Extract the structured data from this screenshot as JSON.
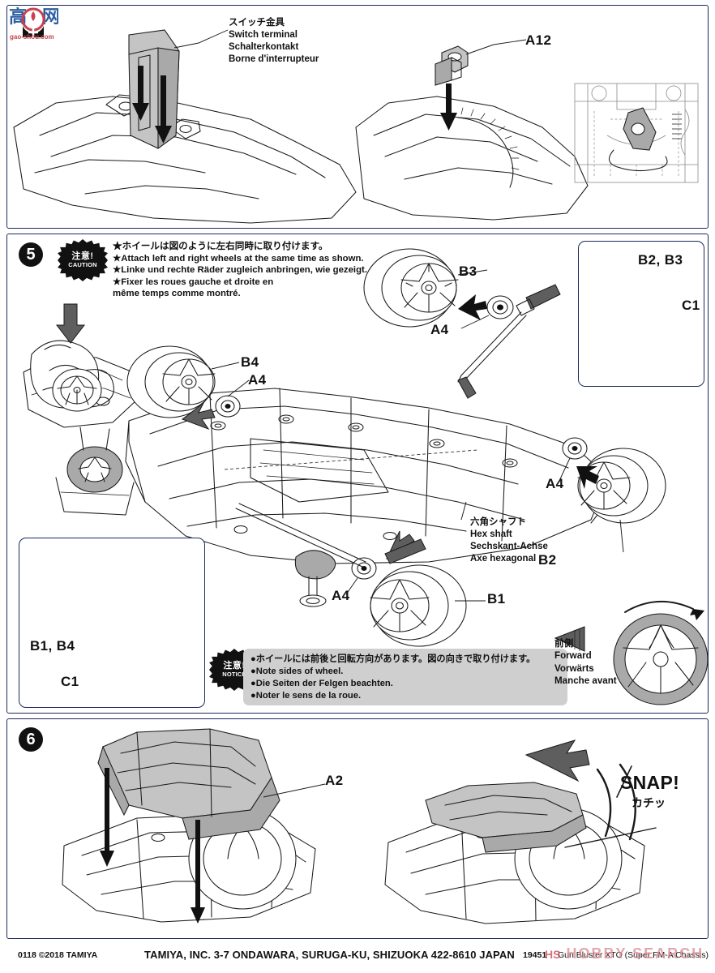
{
  "document": {
    "type": "assembly-instruction-sheet",
    "sheet_width": 882,
    "sheet_height": 1200
  },
  "watermarks": {
    "top_left_logo": "gao-shou-net-logo",
    "bottom_right": "HOBBY SEARCH",
    "bottom_right_mark": "HS"
  },
  "steps": [
    {
      "number": "",
      "id": "step-top",
      "callouts": [
        {
          "id": "switch-terminal",
          "jp": "スイッチ金具",
          "en": "Switch terminal",
          "de": "Schalterkontakt",
          "fr": "Borne d'interrupteur"
        }
      ],
      "part_labels": [
        "A12"
      ]
    },
    {
      "number": "5",
      "id": "step-5",
      "caution": {
        "badge_jp": "注意!",
        "badge_en": "CAUTION",
        "lines": [
          "★ホイールは図のように左右同時に取り付けます。",
          "★Attach left and right wheels at the same time as shown.",
          "★Linke und rechte Räder zugleich anbringen, wie gezeigt.",
          "★Fixer les roues gauche et droite en",
          "    même temps comme montré."
        ]
      },
      "notice": {
        "badge_jp": "注意!",
        "badge_en": "NOTICE",
        "lines": [
          "●ホイールには前後と回転方向があります。図の向きで取り付けます。",
          "●Note sides of wheel.",
          "●Die Seiten der Felgen beachten.",
          "●Noter le sens de la roue."
        ]
      },
      "callouts": [
        {
          "id": "hex-shaft",
          "jp": "六角シャフト",
          "en": "Hex shaft",
          "de": "Sechskant-Achse",
          "fr": "Axe hexagonal"
        }
      ],
      "forward": {
        "jp": "前側",
        "en": "Forward",
        "de": "Vorwärts",
        "fr": "Manche avant"
      },
      "part_labels": [
        "B3",
        "B4",
        "A4",
        "A4",
        "A4",
        "A4",
        "B2",
        "B1"
      ],
      "insets": [
        {
          "id": "inset-b2b3",
          "labels": [
            "B2, B3",
            "C1"
          ]
        },
        {
          "id": "inset-b1b4",
          "labels": [
            "B1, B4",
            "C1"
          ]
        }
      ]
    },
    {
      "number": "6",
      "id": "step-6",
      "part_labels": [
        "A2"
      ],
      "sound": {
        "en": "SNAP!",
        "jp": "カチッ"
      }
    }
  ],
  "footer": {
    "code": "0118 ©2018 TAMIYA",
    "address": "TAMIYA, INC.  3-7 ONDAWARA, SURUGA-KU, SHIZUOKA 422-8610 JAPAN",
    "item_no": "19451",
    "item_name": "Gun Bluster XTO (Super FM-A Chassis)"
  },
  "colors": {
    "panel_border": "#1b2a5e",
    "ink": "#1a1a1a",
    "notice_bg": "#cfcfcf",
    "tire_gray": "#a9a9a9",
    "watermark_red": "#c9414f"
  }
}
